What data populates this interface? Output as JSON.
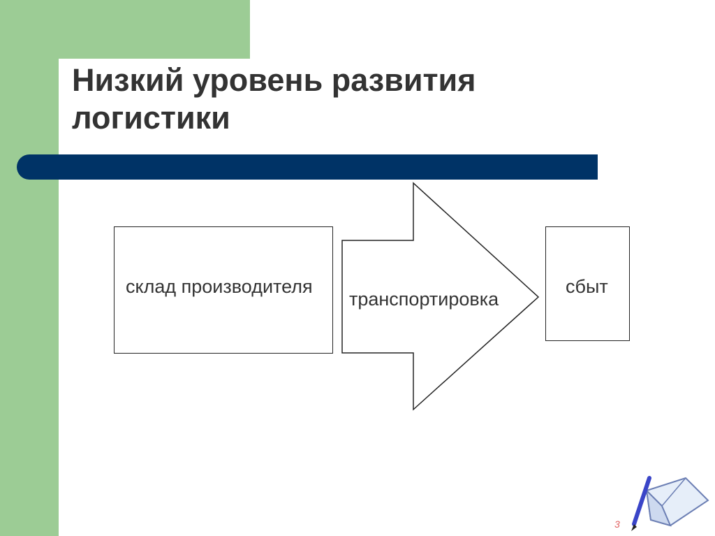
{
  "slide": {
    "title": "Низкий уровень развития логистики",
    "page_number": "3"
  },
  "diagram": {
    "warehouse_label": "склад производителя",
    "transport_label": "транспортировка",
    "sales_label": "сбыт"
  },
  "colors": {
    "green_accent": "#9ccc95",
    "navy_bar": "#003366",
    "text": "#333333"
  }
}
